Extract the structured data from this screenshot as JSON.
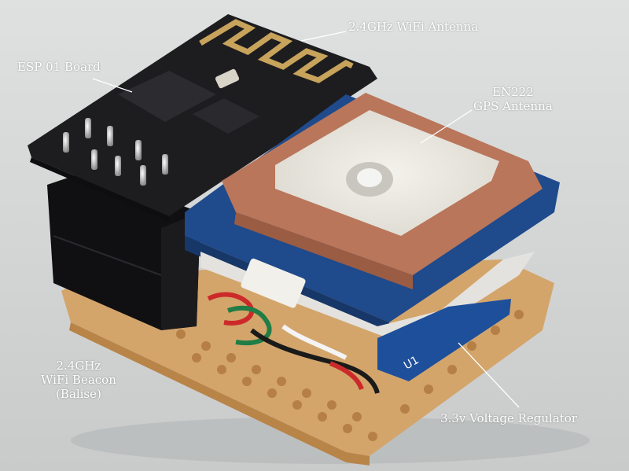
{
  "colors": {
    "background": "#d6d8d8",
    "esp_board": "#1d1d1f",
    "antenna_trace": "#c8a35c",
    "gps_ceramic": "#b9765a",
    "gps_silver": "#ece9e2",
    "gps_pcb": "#1f4a8c",
    "regulator_pcb": "#1e4f9a",
    "perfboard": "#d3a56b",
    "header_black": "#101012",
    "label_text": "#ffffff"
  },
  "labels": {
    "wifi_antenna": "2.4GHz WiFi Antenna",
    "esp_board": "ESP 01 Board",
    "gps_line1": "EN222",
    "gps_line2": "GPS Antenna",
    "beacon_line1": "2.4GHz",
    "beacon_line2": "WiFi Beacon",
    "beacon_line3": "(Balise)",
    "regulator": "3.3v Voltage Regulator"
  },
  "markings": {
    "regulator_text": "U1"
  }
}
